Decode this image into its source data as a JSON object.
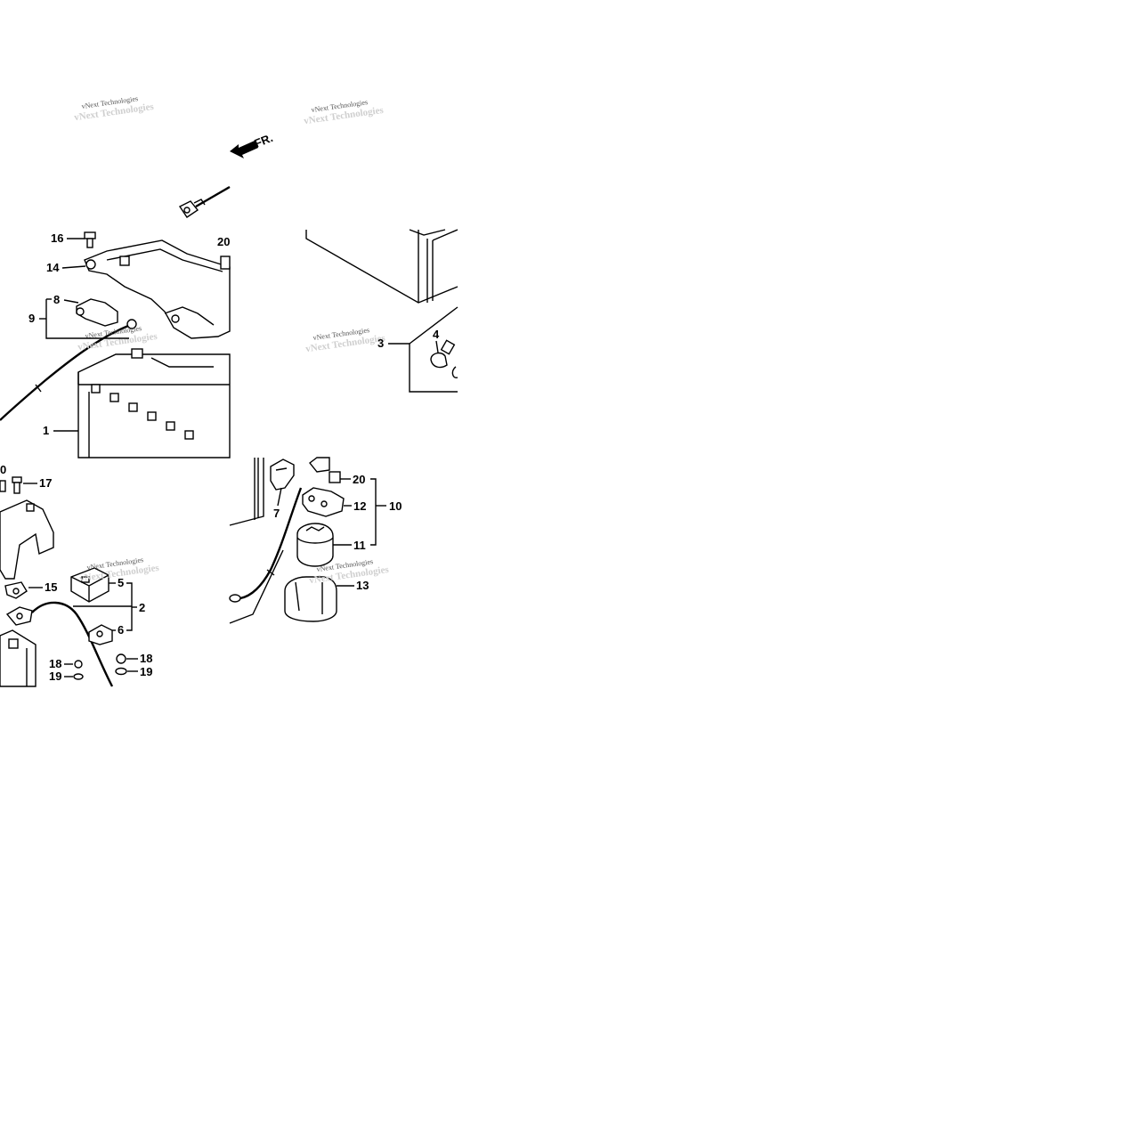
{
  "diagram": {
    "direction_label": "FR.",
    "watermark": "vNext Technologies",
    "callouts": {
      "c1": "1",
      "c2": "2",
      "c3": "3",
      "c4": "4",
      "c5": "5",
      "c6": "6",
      "c7": "7",
      "c8": "8",
      "c9": "9",
      "c10": "10",
      "c11": "11",
      "c12": "12",
      "c13": "13",
      "c14": "14",
      "c15": "15",
      "c16": "16",
      "c17": "17",
      "c18a": "18",
      "c18b": "18",
      "c19a": "19",
      "c19b": "19",
      "c20a": "20",
      "c20b": "20",
      "c20c": "0"
    }
  }
}
